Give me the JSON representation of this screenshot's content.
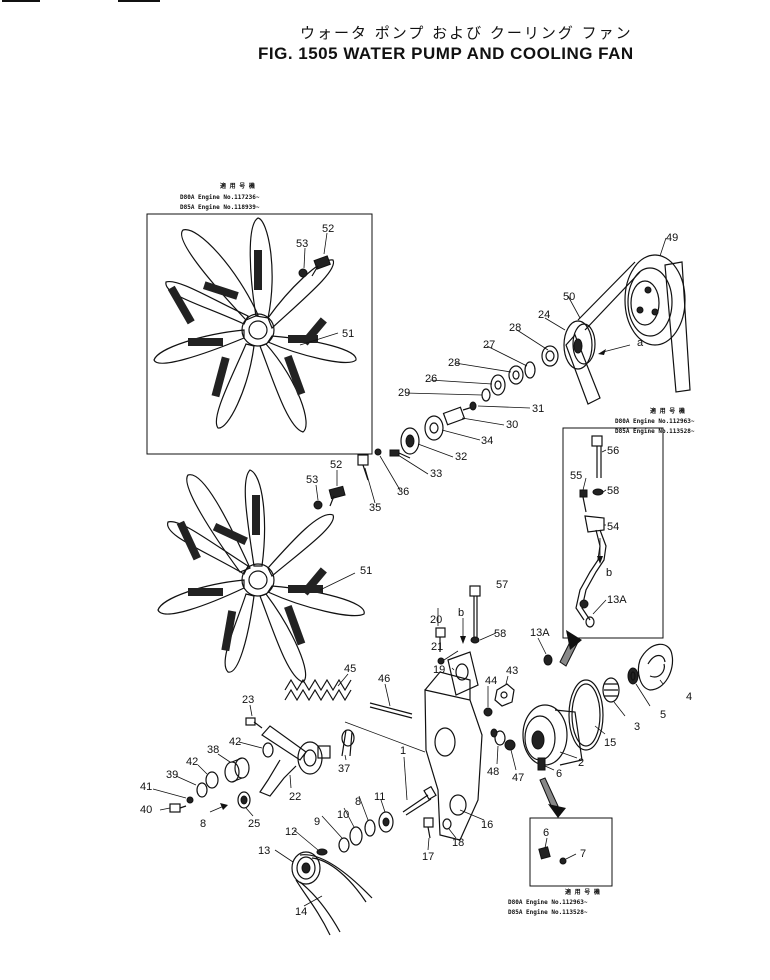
{
  "title_jp": "ウォータ ポンプ および クーリング ファン",
  "title_en": "FIG. 1505  WATER PUMP AND COOLING FAN",
  "notes": {
    "top_box": [
      "適 用 号 機",
      "D80A  Engine  No.117236~",
      "D85A  Engine  No.118939~"
    ],
    "right_box": [
      "適 用 号 機",
      "D80A  Engine  No.112963~",
      "D85A  Engine  No.113528~"
    ],
    "bottom_box": [
      "適 用 号 機",
      "D80A  Engine  No.112963~",
      "D85A  Engine  No.113528~"
    ]
  },
  "labels": [
    {
      "id": "l52a",
      "text": "52"
    },
    {
      "id": "l53a",
      "text": "53"
    },
    {
      "id": "l51a",
      "text": "51"
    },
    {
      "id": "l49",
      "text": "49"
    },
    {
      "id": "l50",
      "text": "50"
    },
    {
      "id": "l24",
      "text": "24"
    },
    {
      "id": "l28a",
      "text": "28"
    },
    {
      "id": "l27",
      "text": "27"
    },
    {
      "id": "l28b",
      "text": "28"
    },
    {
      "id": "l26",
      "text": "26"
    },
    {
      "id": "l29",
      "text": "29"
    },
    {
      "id": "l31",
      "text": "31"
    },
    {
      "id": "l30",
      "text": "30"
    },
    {
      "id": "l34",
      "text": "34"
    },
    {
      "id": "l32",
      "text": "32"
    },
    {
      "id": "l33",
      "text": "33"
    },
    {
      "id": "l36",
      "text": "36"
    },
    {
      "id": "l35",
      "text": "35"
    },
    {
      "id": "la",
      "text": "a"
    },
    {
      "id": "l52b",
      "text": "52"
    },
    {
      "id": "l53b",
      "text": "53"
    },
    {
      "id": "l51b",
      "text": "51"
    },
    {
      "id": "l56",
      "text": "56"
    },
    {
      "id": "l55",
      "text": "55"
    },
    {
      "id": "l58a",
      "text": "58"
    },
    {
      "id": "l54",
      "text": "54"
    },
    {
      "id": "lb1",
      "text": "b"
    },
    {
      "id": "l13a1",
      "text": "13A"
    },
    {
      "id": "l57",
      "text": "57"
    },
    {
      "id": "lb2",
      "text": "b"
    },
    {
      "id": "l20",
      "text": "20"
    },
    {
      "id": "l58b",
      "text": "58"
    },
    {
      "id": "l21",
      "text": "21"
    },
    {
      "id": "l13a2",
      "text": "13A"
    },
    {
      "id": "l19",
      "text": "19"
    },
    {
      "id": "l43",
      "text": "43"
    },
    {
      "id": "l44",
      "text": "44"
    },
    {
      "id": "l45",
      "text": "45"
    },
    {
      "id": "l46",
      "text": "46"
    },
    {
      "id": "l4",
      "text": "4"
    },
    {
      "id": "l5",
      "text": "5"
    },
    {
      "id": "l3",
      "text": "3"
    },
    {
      "id": "l15",
      "text": "15"
    },
    {
      "id": "l23",
      "text": "23"
    },
    {
      "id": "l42a",
      "text": "42"
    },
    {
      "id": "l38",
      "text": "38"
    },
    {
      "id": "l42b",
      "text": "42"
    },
    {
      "id": "l39",
      "text": "39"
    },
    {
      "id": "l41",
      "text": "41"
    },
    {
      "id": "l40",
      "text": "40"
    },
    {
      "id": "l8a",
      "text": "8"
    },
    {
      "id": "l22",
      "text": "22"
    },
    {
      "id": "l25",
      "text": "25"
    },
    {
      "id": "l37",
      "text": "37"
    },
    {
      "id": "l48",
      "text": "48"
    },
    {
      "id": "l47",
      "text": "47"
    },
    {
      "id": "l2",
      "text": "2"
    },
    {
      "id": "l6a",
      "text": "6"
    },
    {
      "id": "l1",
      "text": "1"
    },
    {
      "id": "l11",
      "text": "11"
    },
    {
      "id": "l8b",
      "text": "8"
    },
    {
      "id": "l10",
      "text": "10"
    },
    {
      "id": "l9",
      "text": "9"
    },
    {
      "id": "l16",
      "text": "16"
    },
    {
      "id": "l18",
      "text": "18"
    },
    {
      "id": "l17",
      "text": "17"
    },
    {
      "id": "l12",
      "text": "12"
    },
    {
      "id": "l13",
      "text": "13"
    },
    {
      "id": "l14",
      "text": "14"
    },
    {
      "id": "l6b",
      "text": "6"
    },
    {
      "id": "l7",
      "text": "7"
    }
  ]
}
